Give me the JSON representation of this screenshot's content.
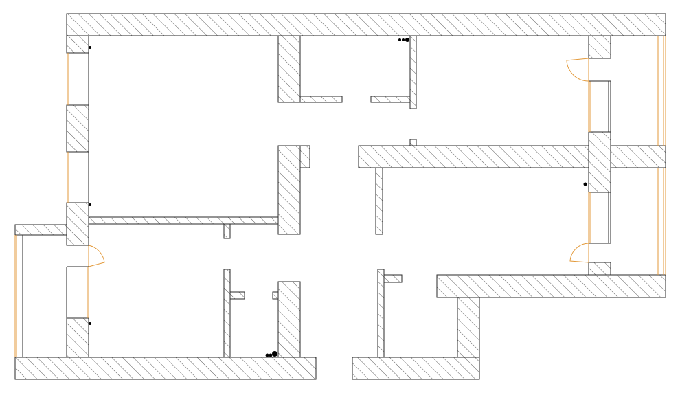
{
  "plan": {
    "colors": {
      "background": "#ffffff",
      "wall_stroke": "#2a2a2a",
      "hatch": "#4a4a4a",
      "window": "#e39a3b",
      "door": "#e39a3b",
      "fixture": "#000000"
    },
    "elements": {
      "walls": "hatched-wall",
      "windows": "window",
      "doors": "swing-door",
      "fixtures": "fixture-dot"
    }
  }
}
